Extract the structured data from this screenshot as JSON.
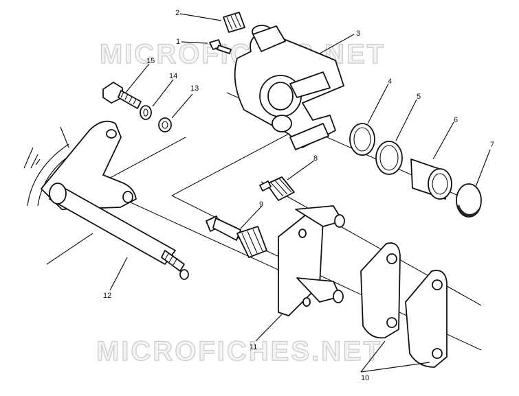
{
  "watermark": {
    "top": "MICROFICHES.NET",
    "bottom": "MICROFICHES.NET"
  },
  "callouts": {
    "c1": "1",
    "c2": "2",
    "c3": "3",
    "c4": "4",
    "c5": "5",
    "c6": "6",
    "c7": "7",
    "c8": "8",
    "c9": "9",
    "c10": "10",
    "c11": "11",
    "c12": "12",
    "c13": "13",
    "c14": "14",
    "c15": "15"
  }
}
